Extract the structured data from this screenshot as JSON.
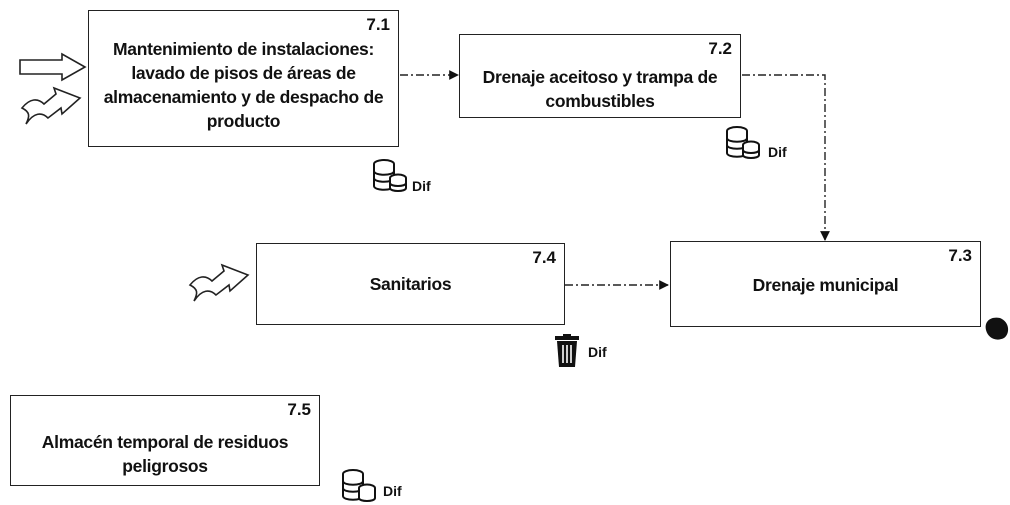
{
  "nodes": {
    "n71": {
      "number": "7.1",
      "text": "Mantenimiento de instalaciones: lavado de pisos de áreas de almacenamiento y de despacho de producto"
    },
    "n72": {
      "number": "7.2",
      "text": "Drenaje aceitoso y trampa de combustibles"
    },
    "n73": {
      "number": "7.3",
      "text": "Drenaje municipal"
    },
    "n74": {
      "number": "7.4",
      "text": "Sanitarios"
    },
    "n75": {
      "number": "7.5",
      "text": "Almacén temporal de residuos peligrosos"
    }
  },
  "tags": {
    "t71": "Dif",
    "t72": "Dif",
    "t74": "Dif",
    "t75": "Dif"
  },
  "icons": {
    "input_arrow": "hollow-arrow-icon",
    "water_input": "wavy-arrow-icon",
    "stack": "coin-stack-icon",
    "trash": "trash-bin-icon",
    "blob": "black-blob-icon"
  }
}
